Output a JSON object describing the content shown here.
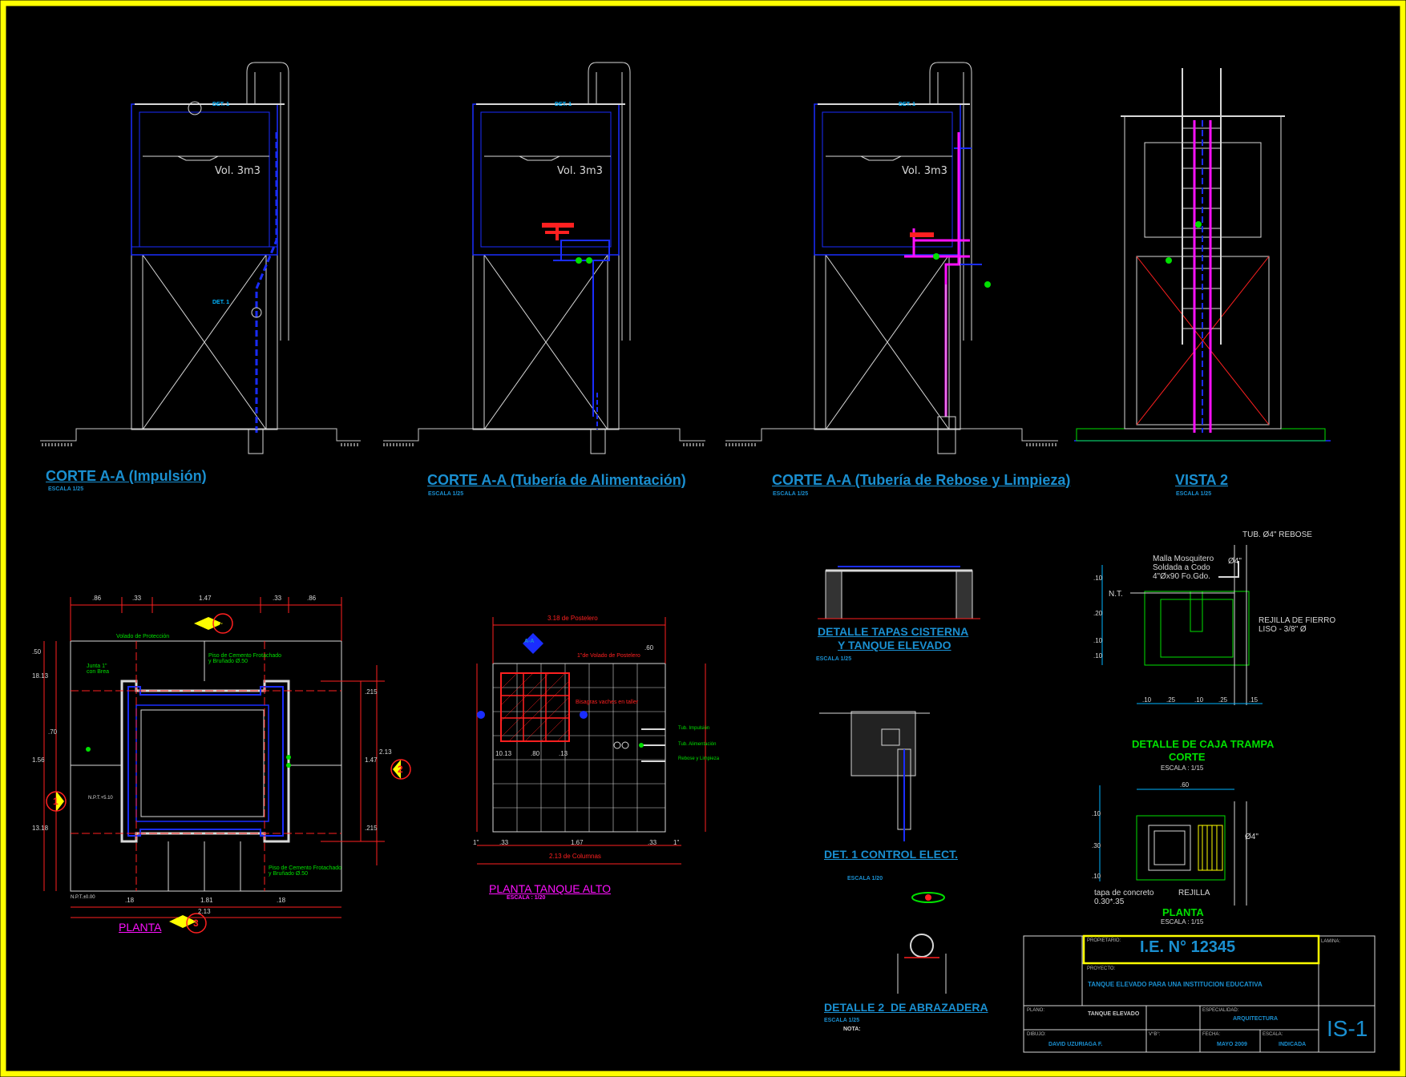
{
  "colors": {
    "frame": "#ffff00",
    "wall": "#d8d8d8",
    "blue": "#1a2dff",
    "cyan": "#00b4ff",
    "magenta": "#ff10ff",
    "red": "#ff2020",
    "green": "#00e000",
    "title_blue": "#1a8fd0",
    "yellow": "#ffff00",
    "lt": "#c8c8c8"
  },
  "elevations": [
    {
      "title": "CORTE A-A (Impulsión)",
      "scale": "ESCALA 1/25",
      "vol": "Vol. 3m3",
      "det": "DET. 1",
      "det2": "DET. 1"
    },
    {
      "title": "CORTE A-A (Tubería de Alimentación)",
      "scale": "ESCALA 1/25",
      "vol": "Vol. 3m3",
      "det": "DET. 1"
    },
    {
      "title": "CORTE A-A (Tubería de Rebose y Limpieza)",
      "scale": "ESCALA 1/25",
      "vol": "Vol. 3m3",
      "det": "DET. 1"
    },
    {
      "title": "VISTA 2",
      "scale": "ESCALA 1/25"
    }
  ],
  "planta": {
    "label": "PLANTA",
    "dims_top": [
      ".86",
      ".33",
      "1.47",
      ".33",
      ".86"
    ],
    "dims_bottom": [
      ".18",
      "1.81",
      ".18"
    ],
    "dim_bottom_total": "2.13",
    "dims_left": [
      ".50",
      "18.13",
      ".70",
      "1.56",
      "13.18"
    ],
    "dims_right": [
      ".215",
      "1.47",
      ".215"
    ],
    "dim_right_total": "2.13",
    "markers": [
      "4",
      "2",
      "1",
      "3"
    ],
    "note_volado": "Volado de Protección",
    "note_piso1": "Piso de Cemento Frotachado\ny Bruñado Ø.50",
    "note_junta": "Junta 1\"\ncon Brea",
    "note_piso2": "Piso de Cemento Frotachado\ny Bruñado Ø.50",
    "npt1": "N.P.T.+5.10",
    "npt2": "N.P.T.±0.00",
    "side_label": "Volado de Protección"
  },
  "planta_alto": {
    "label": "PLANTA TANQUE ALTO",
    "scale": "ESCALA : 1/20",
    "dim_top": "3.18 de Postelero",
    "dim_top2": ".60",
    "note1": "1\"de Volado de Postelero",
    "note2": "Bisagras vaches en taller",
    "dims_bottom": [
      "1\"",
      ".33",
      "1.67",
      ".33",
      "1\""
    ],
    "dim_bottom_total": "2.13 de Columnas",
    "marker": "A-A",
    "dims_in": [
      "10.13",
      ".80",
      ".13"
    ],
    "tub1": "Tub. Impulsión",
    "tub2": "Tub. Alimentación",
    "tub3": "Rebose y Limpieza"
  },
  "tapas": {
    "title1": "DETALLE TAPAS CISTERNA",
    "title2": "Y TANQUE ELEVADO",
    "scale": "ESCALA 1/25"
  },
  "det1": {
    "title": "DET. 1 CONTROL ELECT.",
    "scale": "ESCALA 1/20"
  },
  "det2": {
    "title": "DETALLE 2  DE ABRAZADERA",
    "scale": "ESCALA 1/25",
    "nota": "NOTA:"
  },
  "caja_trampa": {
    "tub_label": "TUB. Ø4\" REBOSE",
    "malla1": "Malla Mosquitero",
    "malla2": "Soldada a Codo",
    "malla3": "4\"Øx90 Fo.Gdo.",
    "d4": "Ø4\"",
    "nt": "N.T.",
    "rejilla1": "REJILLA DE FIERRO",
    "rejilla2": "LISO - 3/8\" Ø",
    "dims_bottom": [
      ".10",
      ".25",
      ".10",
      ".25",
      ".15"
    ],
    "dims_left": [
      ".10",
      ".20",
      ".10",
      ".10"
    ],
    "title1": "DETALLE DE CAJA TRAMPA",
    "title2": "CORTE",
    "scale": "ESCALA : 1/15",
    "plan_dim": ".60",
    "plan_dims_left": [
      ".10",
      ".30",
      ".10"
    ],
    "tapa1": "tapa de concreto",
    "tapa2": "0.30*.35",
    "rejilla": "REJILLA",
    "plan_d4": "Ø4\"",
    "plan_title": "PLANTA",
    "plan_scale": "ESCALA : 1/15"
  },
  "title_block": {
    "propietario_label": "PROPIETARIO:",
    "propietario": "I.E. N° 12345",
    "proyecto_label": "PROYECTO:",
    "proyecto": "TANQUE ELEVADO PARA UNA INSTITUCION EDUCATIVA",
    "lamina_label": "LAMINA:",
    "lamina": "IS-1",
    "plano_label": "PLANO:",
    "plano": "TANQUE ELEVADO",
    "especialidad_label": "ESPECIALIDAD:",
    "especialidad": "ARQUITECTURA",
    "dibujo_label": "DIBUJO:",
    "dibujo": "DAVID UZURIAGA F.",
    "vb_label": "V°B°:",
    "fecha_label": "FECHA:",
    "fecha": "MAYO 2009",
    "escala_label": "ESCALA:",
    "escala": "INDICADA"
  }
}
